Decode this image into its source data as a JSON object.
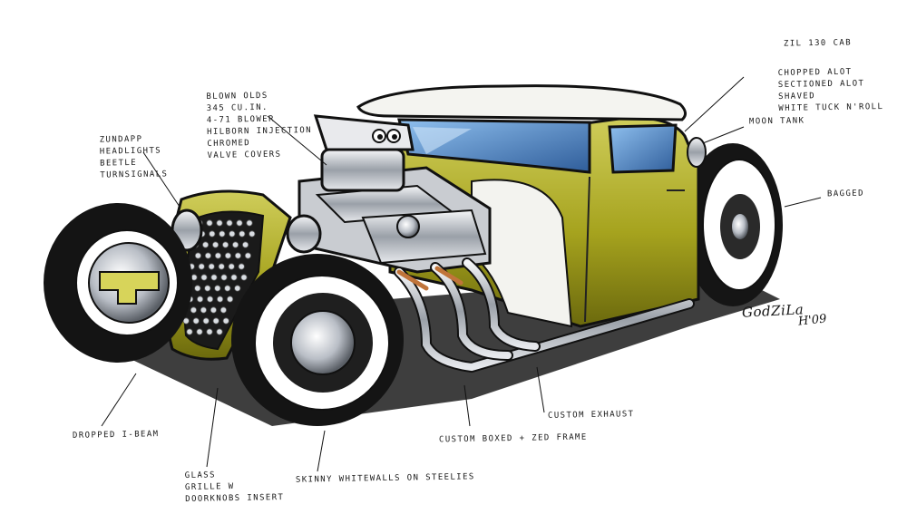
{
  "illustration": {
    "subject": "Hot rod sketch",
    "colors": {
      "body": "#a7a51f",
      "body_dark": "#6f6c0e",
      "body_light": "#d6d46a",
      "roof": "#f2f2ee",
      "ink": "#111111",
      "glass": "#6d9ed6",
      "chrome": "#c9cdd3",
      "rust": "#c0743a"
    }
  },
  "annotations": {
    "zil_cab": [
      "ZIL 130 CAB"
    ],
    "chopped": [
      "CHOPPED ALOT",
      "SECTIONED ALOT",
      "SHAVED",
      "WHITE TUCK N'ROLL"
    ],
    "moon_tank": [
      "MOON TANK"
    ],
    "bagged": [
      "BAGGED"
    ],
    "engine": [
      "BLOWN OLDS",
      "345 CU.IN.",
      "4-71 BLOWER",
      "HILBORN INJECTION",
      "CHROMED",
      "VALVE COVERS"
    ],
    "headlights": [
      "ZUNDAPP",
      "HEADLIGHTS",
      "BEETLE",
      "TURNSIGNALS"
    ],
    "dropped_beam": [
      "DROPPED I-BEAM"
    ],
    "grille": [
      "GLASS",
      "GRILLE W",
      "DOORKNOBS INSERT"
    ],
    "tires": [
      "SKINNY WHITEWALLS ON STEELIES"
    ],
    "frame": [
      "CUSTOM BOXED + ZED FRAME"
    ],
    "exhaust": [
      "CUSTOM EXHAUST"
    ]
  },
  "signature": {
    "name": "GodZiLa",
    "mark": "H'09"
  }
}
